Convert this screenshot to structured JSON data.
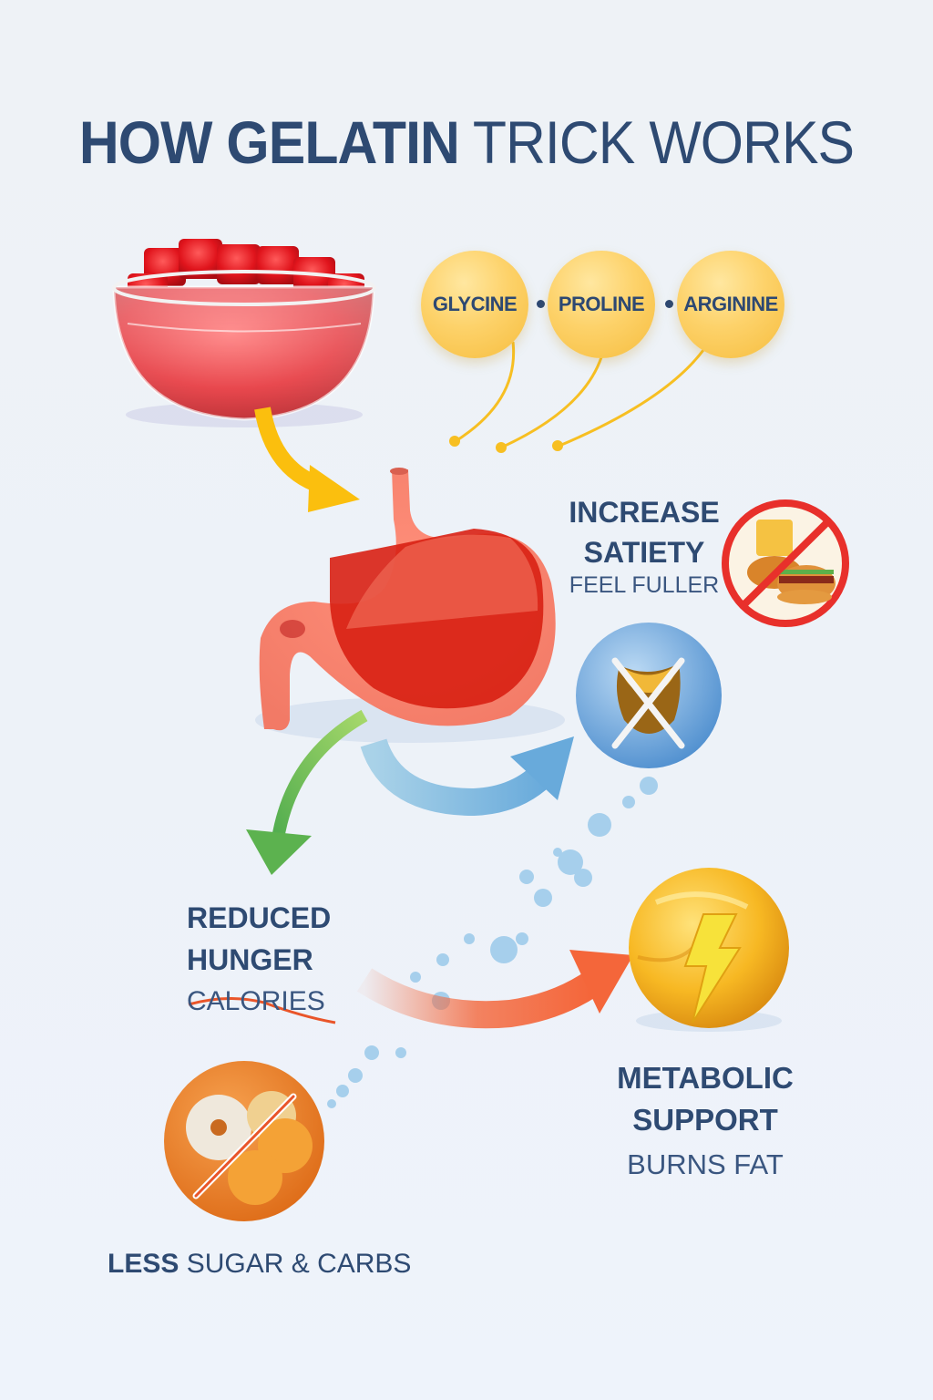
{
  "title": {
    "bold": "HOW GELATIN",
    "regular": "TRICK WORKS"
  },
  "amino_acids": [
    {
      "label": "GLYCINE"
    },
    {
      "label": "PROLINE"
    },
    {
      "label": "ARGININE"
    }
  ],
  "benefits": {
    "satiety": {
      "heading_line1": "INCREASE",
      "heading_line2": "SATIETY",
      "sub": "FEEL FULLER"
    },
    "hunger": {
      "heading_line1": "REDUCED",
      "heading_line2": "HUNGER",
      "sub": "CALORIES"
    },
    "metabolic": {
      "heading_line1": "METABOLIC",
      "heading_line2": "SUPPORT",
      "sub": "BURNS FAT"
    },
    "sugar": {
      "bold": "LESS",
      "regular": "SUGAR & CARBS"
    }
  },
  "icons": {
    "gelatin_bowl": "gelatin-bowl-icon",
    "stomach": "stomach-icon",
    "no_fast_food": "no-fast-food-icon",
    "no_fat_storage": "crossed-fat-cell-icon",
    "metabolism": "fat-cell-lightning-icon",
    "no_sweets": "crossed-sweets-plate-icon"
  },
  "colors": {
    "title": "#2e4a72",
    "amino": "#fdd26a",
    "arrow_yellow": "#fbbf0e",
    "arrow_green": "#6cbf55",
    "arrow_blue": "#6aaedb",
    "arrow_orange": "#f4663a",
    "gelatin_red": "#e0141c",
    "stomach_pink": "#f79a86"
  }
}
